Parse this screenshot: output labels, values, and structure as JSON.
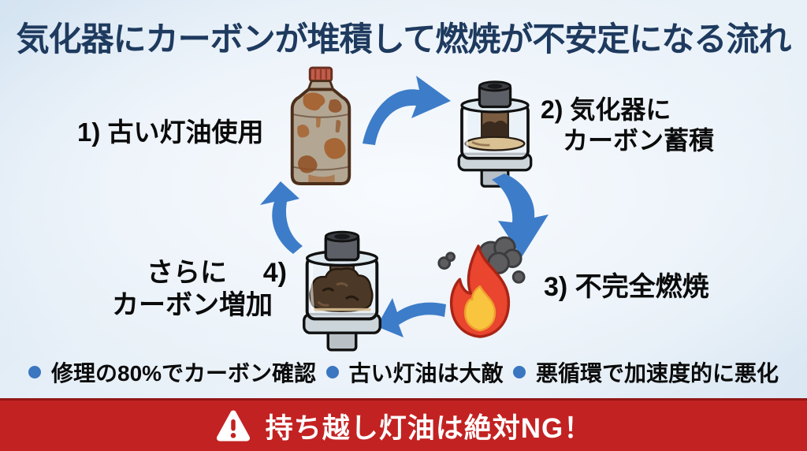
{
  "title": "気化器にカーボンが堆積して燃焼が不安定になる流れ",
  "cycle": {
    "step1": {
      "label": "1) 古い灯油使用",
      "icon": "old-kerosene-bottle-icon"
    },
    "step2": {
      "line1": "2) 気化器に",
      "line2": "カーボン蓄積",
      "icon": "vaporizer-carbon-icon"
    },
    "step3": {
      "label": "3) 不完全燃焼",
      "icon": "flame-smoke-icon"
    },
    "step4": {
      "line1_text": "さらに",
      "line1_num": "4)",
      "line2": "カーボン増加",
      "icon": "vaporizer-full-carbon-icon"
    },
    "arrows": [
      "arrow-step1-to-step2-icon",
      "arrow-step2-to-step3-icon",
      "arrow-step3-to-step4-icon",
      "arrow-step4-to-step1-icon"
    ]
  },
  "bullets": [
    {
      "text": "修理の80%でカーボン確認"
    },
    {
      "text": "古い灯油は大敵"
    },
    {
      "text": "悪循環で加速度的に悪化"
    }
  ],
  "banner": {
    "icon": "warning-triangle-icon",
    "text": "持ち越し灯油は絶対NG！"
  },
  "colors": {
    "title": "#1e3a5e",
    "body_text": "#0b0b0b",
    "arrow_blue": "#3d7cc9",
    "bullet_dot": "#3b76c0",
    "banner_bg": "#c32222",
    "banner_border": "#931616",
    "banner_text": "#ffffff",
    "background_edge": "#d5e4f2",
    "background_center": "#f8fbfe",
    "flame_red": "#e9452f",
    "flame_yellow": "#f9c53f",
    "smoke_gray": "#5d5d5f",
    "rust_brown": "#a55f2b"
  }
}
